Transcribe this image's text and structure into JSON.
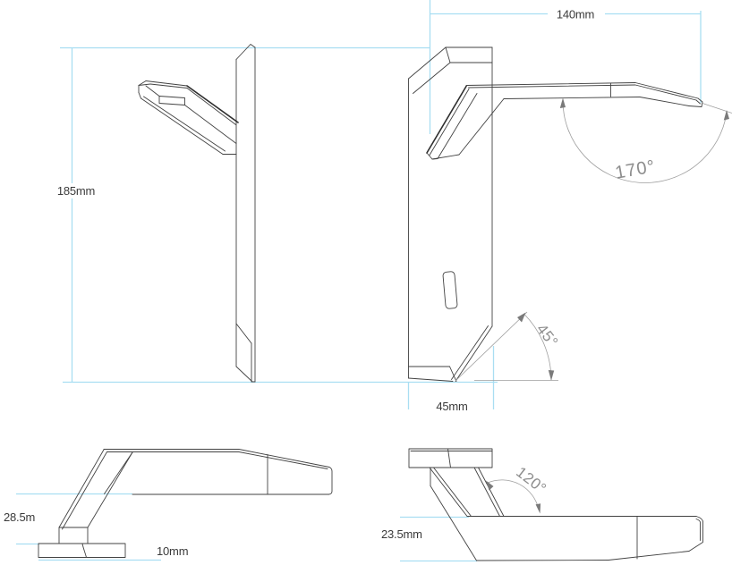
{
  "drawing": {
    "kind": "technical-orthographic-views",
    "views": {
      "top_left": "wall-bracket side profile",
      "top_right": "wall-bracket front profile",
      "bottom_left": "arm and base side profile",
      "bottom_right": "arm and base opposite profile"
    }
  },
  "dimensions": {
    "total_width": "140mm",
    "total_height": "185mm",
    "bracket_width": "45mm",
    "arm_clearance": "28.5m",
    "base_plate_thickness": "10mm",
    "arm_height": "23.5mm"
  },
  "angles": {
    "head_angle": "170°",
    "chamfer_angle": "45°",
    "arm_bend_angle": "120°"
  },
  "colors": {
    "outline": "#424242",
    "construction_line": "#a9def2",
    "annotation_line": "#9e9e9e",
    "dimension_text": "#3a3a3a",
    "angle_text": "#8d8d8d",
    "background": "#ffffff"
  }
}
